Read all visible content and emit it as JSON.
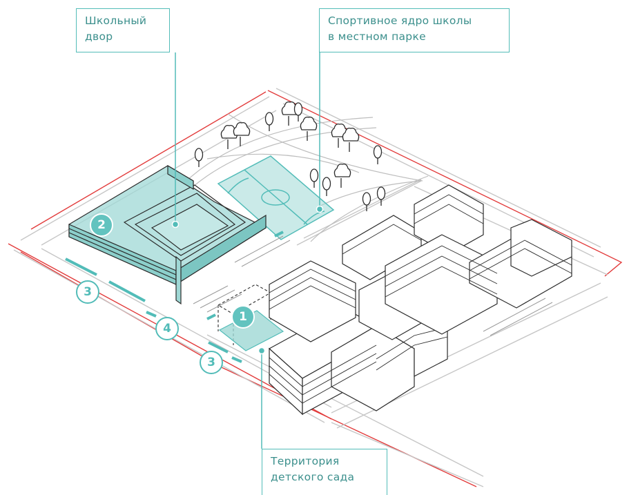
{
  "callouts": {
    "school_yard": {
      "line1": "Школьный",
      "line2": "двор"
    },
    "sports_core": {
      "line1": "Спортивное ядро школы",
      "line2": "в местном парке"
    },
    "kindergarten": {
      "line1": "Территория",
      "line2": "детского сада"
    }
  },
  "markers": {
    "m1": "1",
    "m2": "2",
    "m3a": "3",
    "m4": "4",
    "m3b": "3"
  },
  "colors": {
    "accent": "#52bcb8",
    "accent_fill": "#9fd8d5",
    "boundary": "#e23b3b",
    "ink": "#2b2b2b",
    "road": "#c9c9c9"
  }
}
